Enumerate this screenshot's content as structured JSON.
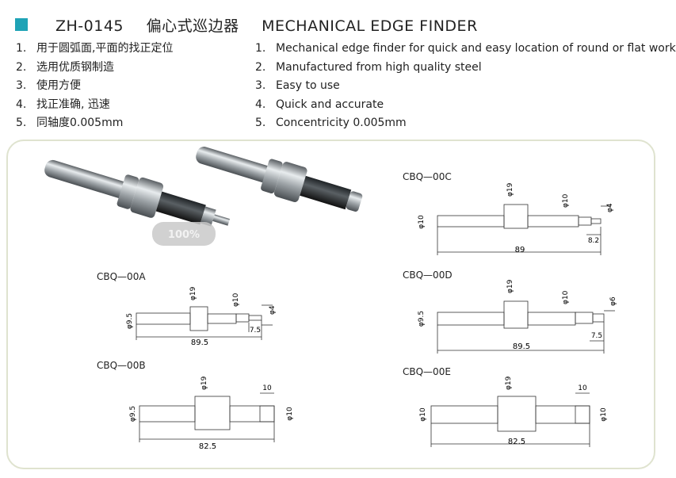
{
  "header": {
    "model": "ZH-0145",
    "title_cn": "偏心式巡边器",
    "title_en": "MECHANICAL EDGE FINDER",
    "accent_color": "#1fa3b6"
  },
  "features_cn": [
    {
      "num": "1.",
      "text": "用于圆弧面,平面的找正定位"
    },
    {
      "num": "2.",
      "text": "选用优质钢制造"
    },
    {
      "num": "3.",
      "text": "使用方便"
    },
    {
      "num": "4.",
      "text": "找正准确, 迅速"
    },
    {
      "num": "5.",
      "text": "同轴度0.005mm"
    }
  ],
  "features_en": [
    {
      "num": "1.",
      "text": "Mechanical edge finder for quick and easy location of round or flat work"
    },
    {
      "num": "2.",
      "text": "Manufactured from high quality steel"
    },
    {
      "num": "3.",
      "text": "Easy to use"
    },
    {
      "num": "4.",
      "text": "Quick and accurate"
    },
    {
      "num": "5.",
      "text": "Concentricity 0.005mm"
    }
  ],
  "photo": {
    "zoom": "100%"
  },
  "drawings": {
    "a": {
      "label": "CBQ—00A",
      "d_shank": "φ9.5",
      "d_body": "φ19",
      "d_mid": "φ10",
      "d_tip": "φ4",
      "tip_len": "7.5",
      "length": "89.5"
    },
    "b": {
      "label": "CBQ—00B",
      "d_shank": "φ9.5",
      "d_body": "φ19",
      "d_tip": "φ10",
      "tip_len": "10",
      "length": "82.5"
    },
    "c": {
      "label": "CBQ—00C",
      "d_shank": "φ10",
      "d_body": "φ19",
      "d_mid": "φ10",
      "d_tip": "φ4",
      "tip_len": "8.2",
      "length": "89"
    },
    "d": {
      "label": "CBQ—00D",
      "d_shank": "φ9.5",
      "d_body": "φ19",
      "d_mid": "φ10",
      "d_tip": "φ6",
      "tip_len": "7.5",
      "length": "89.5"
    },
    "e": {
      "label": "CBQ—00E",
      "d_shank": "φ10",
      "d_body": "φ19",
      "d_tip": "φ10",
      "tip_len": "10",
      "length": "82.5"
    }
  }
}
